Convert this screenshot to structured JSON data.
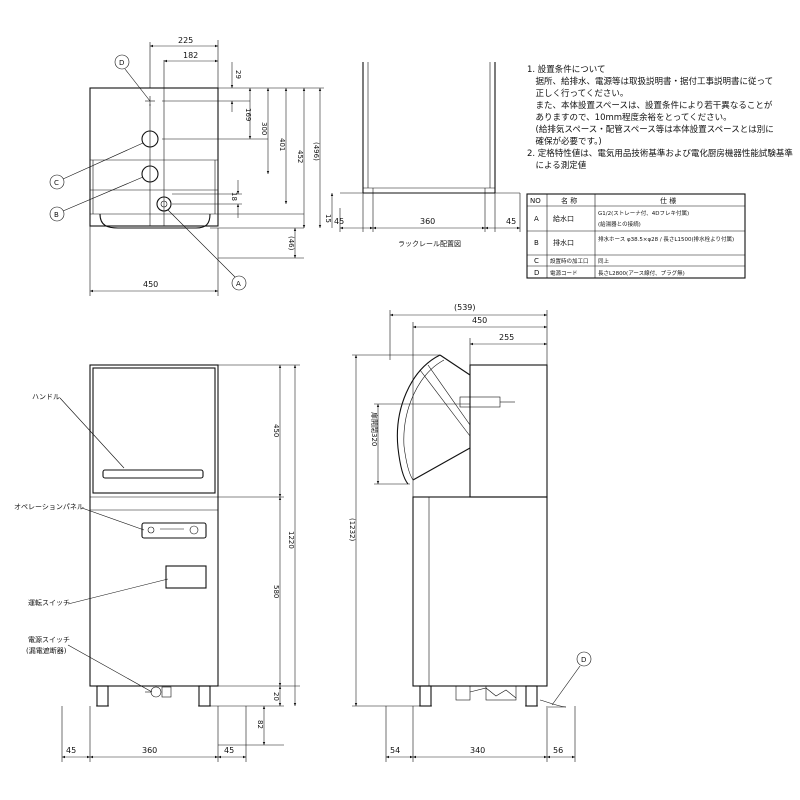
{
  "dims": {
    "top_225": "225",
    "top_182": "182",
    "top_29": "29",
    "top_169": "169",
    "top_300": "300",
    "top_401": "401",
    "top_452": "452",
    "top_496": "(496)",
    "top_18": "18",
    "top_46": "(46)",
    "top_450": "450",
    "rail_15": "15",
    "rail_45l": "45",
    "rail_360": "360",
    "rail_45r": "45",
    "fr_450": "450",
    "fr_1220": "1220",
    "fr_580": "580",
    "fr_20": "20",
    "fr_82": "82",
    "fr_45l": "45",
    "fr_360": "360",
    "fr_45r": "45",
    "sd_539": "(539)",
    "sd_450": "450",
    "sd_255": "255",
    "sd_320": "扉開閉320",
    "sd_1232": "(1232)",
    "sd_54": "54",
    "sd_340": "340",
    "sd_56": "56"
  },
  "callouts": {
    "A": "A",
    "B": "B",
    "C": "C",
    "D": "D"
  },
  "labels": {
    "rail": "ラックレール配置図",
    "handle": "ハンドル",
    "op_panel": "オペレーションパネル",
    "run_switch": "運転スイッチ",
    "power_switch": "電源スイッチ",
    "power_switch_sub": "(漏電遮断器)"
  },
  "notes": [
    "1. 設置条件について",
    "　据所、給排水、電源等は取扱説明書・据付工事説明書に従って",
    "　正しく行ってください。",
    "　また、本体設置スペースは、設置条件により若干異なることが",
    "　ありますので、10mm程度余裕をとってください。",
    "　(給排気スペース・配管スペース等は本体設置スペースとは別に",
    "　確保が必要です。)",
    "2. 定格特性値は、電気用品技術基準および電化厨房機器性能試験基準",
    "　による測定値"
  ],
  "spec_table": {
    "headers": [
      "NO",
      "名 称",
      "仕 様"
    ],
    "rows": [
      [
        "A",
        "給水口",
        "G1/2(ストレーナ付、4Dフレキ付属)"
      ],
      [
        "B",
        "排水口",
        "排水ホース φ38.5×φ28 / 長さL1500(排水栓より付属)"
      ],
      [
        "C",
        "設置時の加工口",
        "同上"
      ],
      [
        "D",
        "電源コード",
        "長さL2800(アース線付、プラグ無)"
      ]
    ],
    "row_a_sub": "(給湯器との接続)"
  }
}
